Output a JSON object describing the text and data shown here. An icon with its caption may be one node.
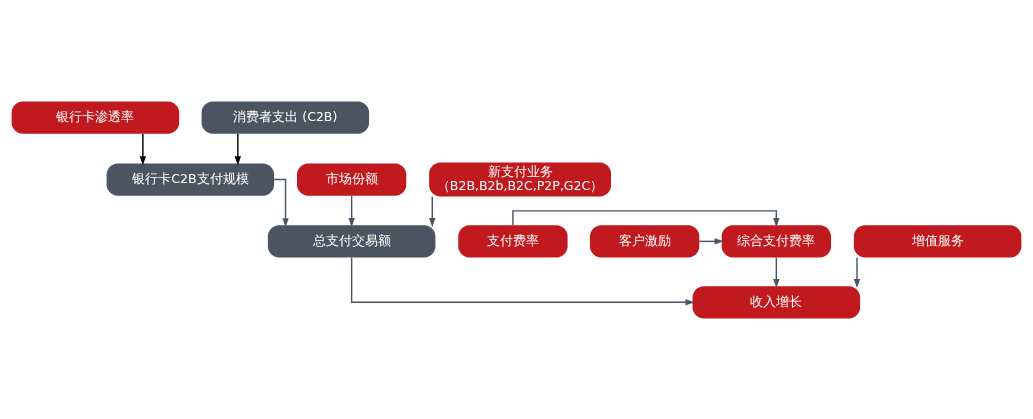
{
  "diagram": {
    "nodes": [
      {
        "text": [
          "银行卡渗透率"
        ]
      },
      {
        "text": [
          "消费者支出 (C2B)"
        ]
      },
      {
        "text": [
          "市场份额"
        ]
      },
      {
        "text": [
          "银行卡C2B支付规模"
        ]
      },
      {
        "text": [
          "新支付业务",
          "（B2B,B2b,B2C,P2P,G2C）"
        ]
      },
      {
        "text": [
          "支付费率"
        ]
      },
      {
        "text": [
          "客户激励"
        ]
      },
      {
        "text": [
          "综合支付费率"
        ]
      },
      {
        "text": [
          "总支付交易额"
        ]
      },
      {
        "text": [
          "增值服务"
        ]
      },
      {
        "text": [
          "收入增长"
        ]
      }
    ],
    "edges": [
      {
        "from": 0,
        "to": 3,
        "arrow": "to",
        "color": "#000000"
      },
      {
        "from": 1,
        "to": 3,
        "arrow": "to",
        "color": "#000000"
      },
      {
        "from": 2,
        "to": 8,
        "arrow": "to"
      },
      {
        "from": 3,
        "to": 8,
        "arrow": "to"
      },
      {
        "from": 4,
        "to": 8,
        "arrow": "to"
      },
      {
        "from": 5,
        "to": 7,
        "arrow": "to"
      },
      {
        "from": 6,
        "to": 7,
        "arrow": "to"
      },
      {
        "from": 7,
        "to": 10,
        "arrow": "to"
      },
      {
        "from": 8,
        "to": 10,
        "arrow": "to"
      },
      {
        "from": 9,
        "to": 10,
        "arrow": "to"
      }
    ]
  }
}
